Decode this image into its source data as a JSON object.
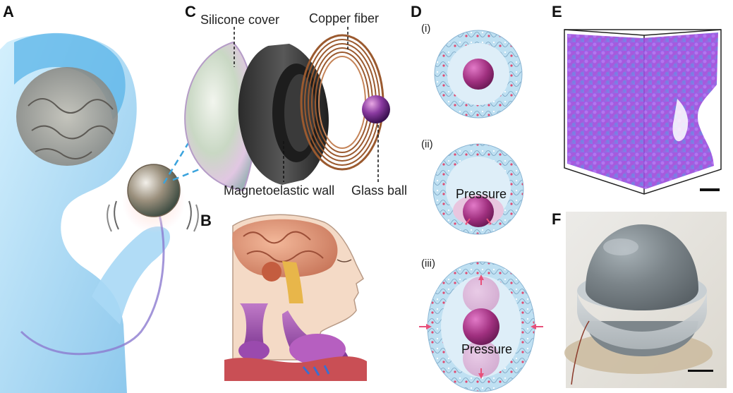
{
  "panels": {
    "a": "A",
    "b": "B",
    "c": "C",
    "d": "D",
    "e": "E",
    "f": "F"
  },
  "panel_c": {
    "silicone_cover": "Silicone cover",
    "copper_fiber": "Copper fiber",
    "magnetoelastic_wall": "Magnetoelastic wall",
    "glass_ball": "Glass ball"
  },
  "panel_d": {
    "step1": "(i)",
    "step2": "(ii)",
    "step3": "(iii)",
    "pressure_label": "Pressure"
  },
  "colors": {
    "figure_blue": "#9fd3f0",
    "ball_magenta": "#a0307f",
    "ring_blue": "#bfe0f2",
    "arrow_pink": "#e8507a",
    "volume_purple": "#8b5cf6",
    "photo_gray": "#7b8489"
  }
}
